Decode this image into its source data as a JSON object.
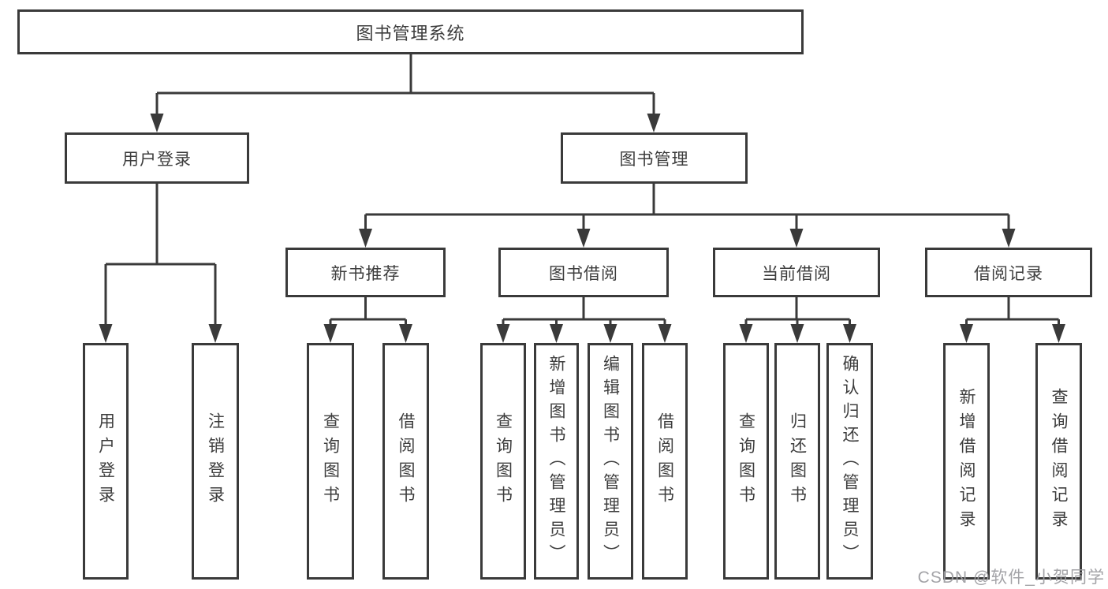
{
  "diagram": {
    "root_label": "图书管理系统",
    "level2": {
      "user_login": "用户登录",
      "book_management": "图书管理"
    },
    "level3": {
      "new_book_recommend": "新书推荐",
      "book_borrowing": "图书借阅",
      "current_borrowing": "当前借阅",
      "borrowing_records": "借阅记录"
    },
    "leaves": {
      "user_login": [
        "用户登录",
        "注销登录"
      ],
      "new_book_recommend": [
        "查询图书",
        "借阅图书"
      ],
      "book_borrowing": [
        "查询图书",
        "新增图书（管理员）",
        "编辑图书（管理员）",
        "借阅图书"
      ],
      "current_borrowing": [
        "查询图书",
        "归还图书",
        "确认归还（管理员）"
      ],
      "borrowing_records": [
        "新增借阅记录",
        "查询借阅记录"
      ]
    }
  },
  "watermark": "CSDN @软件_小贺同学",
  "colors": {
    "line": "#3a3a3a",
    "text": "#3d3d3d",
    "watermark": "#9e9ea2"
  }
}
